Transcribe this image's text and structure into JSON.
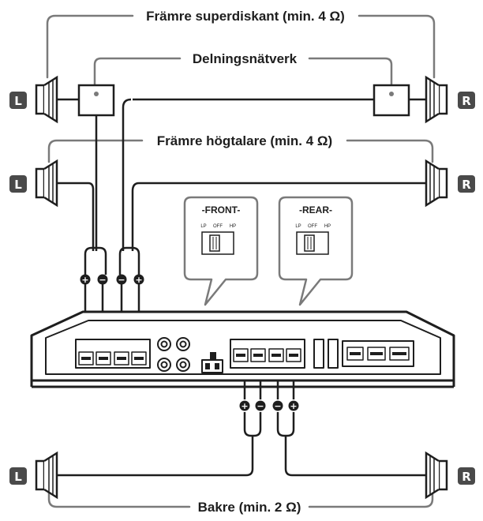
{
  "labels": {
    "front_tweeter": "Främre superdiskant (min. 4 Ω)",
    "crossover": "Delningsnätverk",
    "front_speaker": "Främre högtalare (min. 4 Ω)",
    "rear": "Bakre (min. 2 Ω)"
  },
  "channel_badges": {
    "left": "L",
    "right": "R"
  },
  "switches": {
    "front": {
      "title": "-FRONT-",
      "positions": [
        "LP",
        "OFF",
        "HP"
      ]
    },
    "rear": {
      "title": "-REAR-",
      "positions": [
        "LP",
        "OFF",
        "HP"
      ]
    }
  },
  "polarity": {
    "front_terminals": [
      "+",
      "−",
      "−",
      "+"
    ],
    "rear_terminals": [
      "+",
      "−",
      "−",
      "+"
    ]
  },
  "colors": {
    "line": "#6e6e6e",
    "ink": "#1e1e1e",
    "badge": "#4a4a4a"
  }
}
